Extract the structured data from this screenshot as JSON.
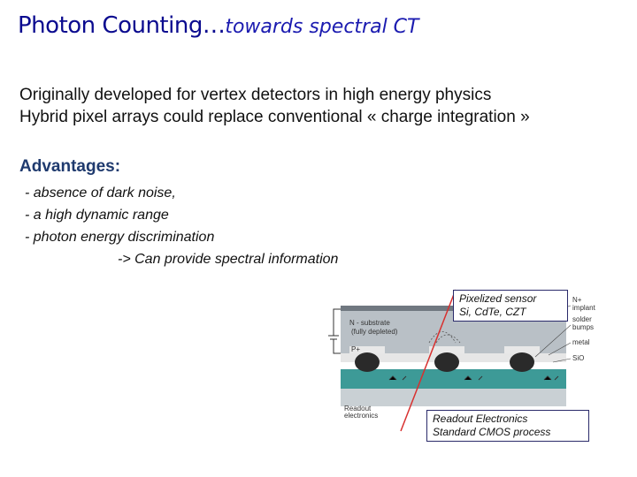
{
  "title": {
    "main": "Photon Counting…",
    "sub": "towards spectral CT"
  },
  "intro": [
    "Originally developed for vertex detectors in high energy physics",
    "Hybrid pixel arrays could replace conventional « charge integration »"
  ],
  "advantages": {
    "heading": "Advantages:",
    "items": [
      "- absence of dark noise,",
      "- a high dynamic range",
      "- photon energy discrimination",
      "-> Can provide spectral information"
    ]
  },
  "diagram": {
    "callout_sensor": [
      "Pixelized sensor",
      "Si, CdTe, CZT"
    ],
    "callout_readout": [
      "Readout Electronics",
      "Standard CMOS process"
    ],
    "labels": {
      "substrate": "N - substrate",
      "depleted": "(fully depleted)",
      "readout": "Readout",
      "electronics": "electronics",
      "n_implant": "N+",
      "implant": "implant",
      "solder": "solder",
      "bumps": "bumps",
      "metal": "metal",
      "sio2": "SiO",
      "p_plus": "P+"
    },
    "colors": {
      "sensor": "#b9c0c6",
      "readout": "#3d9a97",
      "bump": "#2a2a2a",
      "ray": "#d8302f",
      "border": "#2a2a6a"
    }
  }
}
